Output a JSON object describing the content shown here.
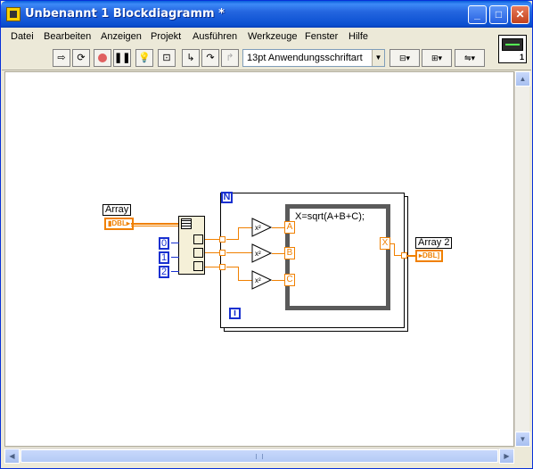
{
  "window": {
    "title": "Unbenannt 1 Blockdiagramm *",
    "buttons": [
      "_",
      "□",
      "✕"
    ]
  },
  "menu": [
    "Datei",
    "Bearbeiten",
    "Anzeigen",
    "Projekt",
    "Ausführen",
    "Werkzeuge",
    "Fenster",
    "Hilfe"
  ],
  "toolbar": {
    "font": "13pt Anwendungsschriftart",
    "help_number": "1"
  },
  "diagram": {
    "input_label": "Array",
    "input_type": "DBL",
    "output_label": "Array 2",
    "output_type": "DBL",
    "constants": [
      "0",
      "1",
      "2"
    ],
    "loop_count": "N",
    "loop_index": "i",
    "formula": "X=sqrt(A+B+C);",
    "formula_inputs": [
      "A",
      "B",
      "C"
    ],
    "formula_output": "X",
    "square_symbol": "x²"
  }
}
